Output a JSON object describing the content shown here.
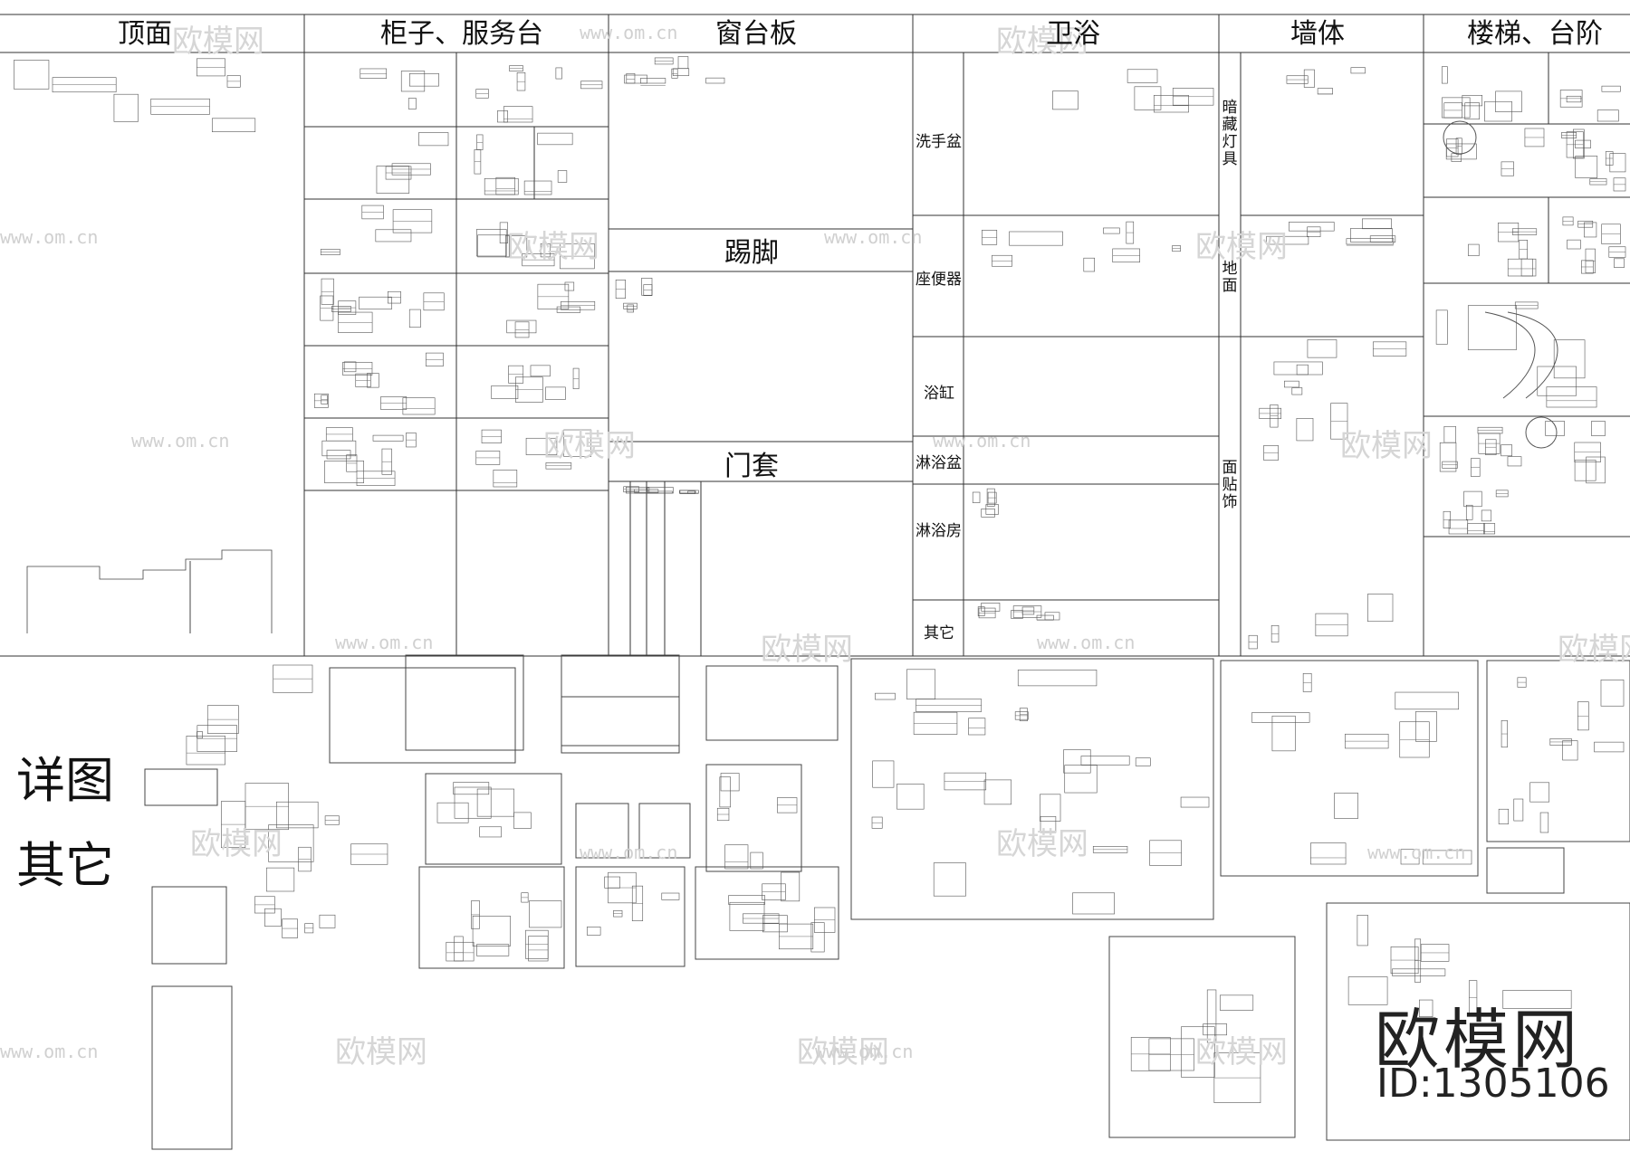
{
  "headers": [
    "顶面",
    "柜子、服务台",
    "窗台板",
    "卫浴",
    "墙体",
    "楼梯、台阶"
  ],
  "bath_labels": [
    "洗手盆",
    "座便器",
    "浴缸",
    "淋浴盆",
    "淋浴房",
    "其它"
  ],
  "wall_labels": [
    "暗藏灯具",
    "地面",
    "面贴饰"
  ],
  "window_labels": [
    "踢脚",
    "门套"
  ],
  "detail_labels": [
    "详图",
    "其它"
  ],
  "brand": "欧模网",
  "id_text": "ID:1305106",
  "watermark": {
    "logo_text": "欧模网",
    "url": "www.om.cn"
  }
}
